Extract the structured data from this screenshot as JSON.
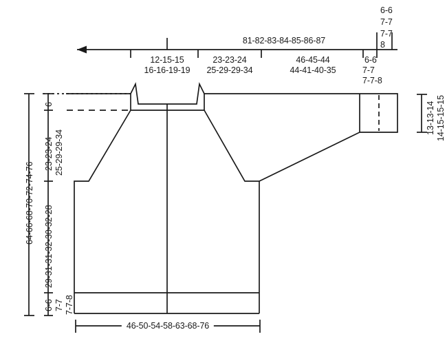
{
  "diagram": {
    "title": "garment schematic",
    "type": "knitting-pattern-schematic",
    "stroke_color": "#1a1a1a",
    "background_color": "#ffffff"
  },
  "top_ruler": {
    "direction_arrow": "left-arrow",
    "segments": [
      {
        "id": "seg-front",
        "line1": "12-15-15",
        "line2": "16-16-19-19"
      },
      {
        "id": "seg-side",
        "line1": "23-23-24",
        "line2": "25-29-29-34"
      },
      {
        "id": "seg-back",
        "line1": "46-45-44",
        "line2": "44-41-40-35"
      },
      {
        "id": "seg-cuff",
        "line1": "6-6",
        "line2": "7-7",
        "line3": "7-7-8"
      }
    ],
    "span_total": "81-82-83-84-85-86-87",
    "far_right": {
      "line1": "6-6",
      "line2": "7-7",
      "line3": "7-7",
      "line4": "8"
    }
  },
  "left_ruler": {
    "total": "64-66-68-70-72-74-76",
    "segments": [
      {
        "id": "neck-depth",
        "label": "6"
      },
      {
        "id": "yoke",
        "label": "23-23-24",
        "label2": "25-29-29-34"
      },
      {
        "id": "body",
        "label": "29-31-31-32-30-32-28"
      },
      {
        "id": "hem",
        "label": "6-6",
        "label2": "7-7",
        "label3": "7-7-8"
      }
    ]
  },
  "right_ruler": {
    "line1": "13-13-14",
    "line2": "14-15-15-15"
  },
  "bottom_ruler": {
    "label": "46-50-54-58-63-68-76"
  }
}
